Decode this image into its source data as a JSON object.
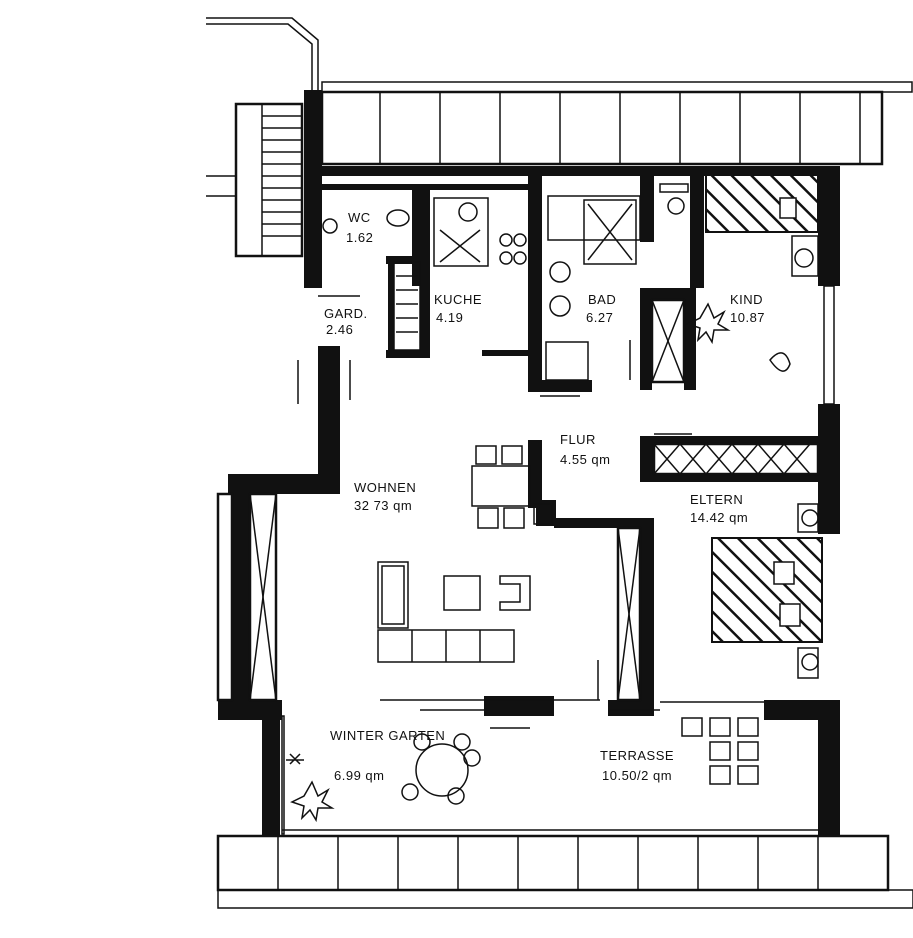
{
  "colors": {
    "ink": "#111111",
    "paper": "#ffffff"
  },
  "rooms": [
    {
      "id": "wc",
      "name": "WC",
      "area": "1.62"
    },
    {
      "id": "gard",
      "name": "GARD.",
      "area": "2.46"
    },
    {
      "id": "kueche",
      "name": "KUCHE",
      "area": "4.19"
    },
    {
      "id": "bad",
      "name": "BAD",
      "area": "6.27"
    },
    {
      "id": "kind",
      "name": "KIND",
      "area": "10.87"
    },
    {
      "id": "flur",
      "name": "FLUR",
      "area": "4.55 qm"
    },
    {
      "id": "wohnen",
      "name": "WOHNEN",
      "area": "32 73 qm"
    },
    {
      "id": "eltern",
      "name": "ELTERN",
      "area": "14.42 qm"
    },
    {
      "id": "wintergarten",
      "name": "WINTER GARTEN",
      "area": "6.99 qm"
    },
    {
      "id": "terrasse",
      "name": "TERRASSE",
      "area": "10.50/2 qm"
    }
  ]
}
